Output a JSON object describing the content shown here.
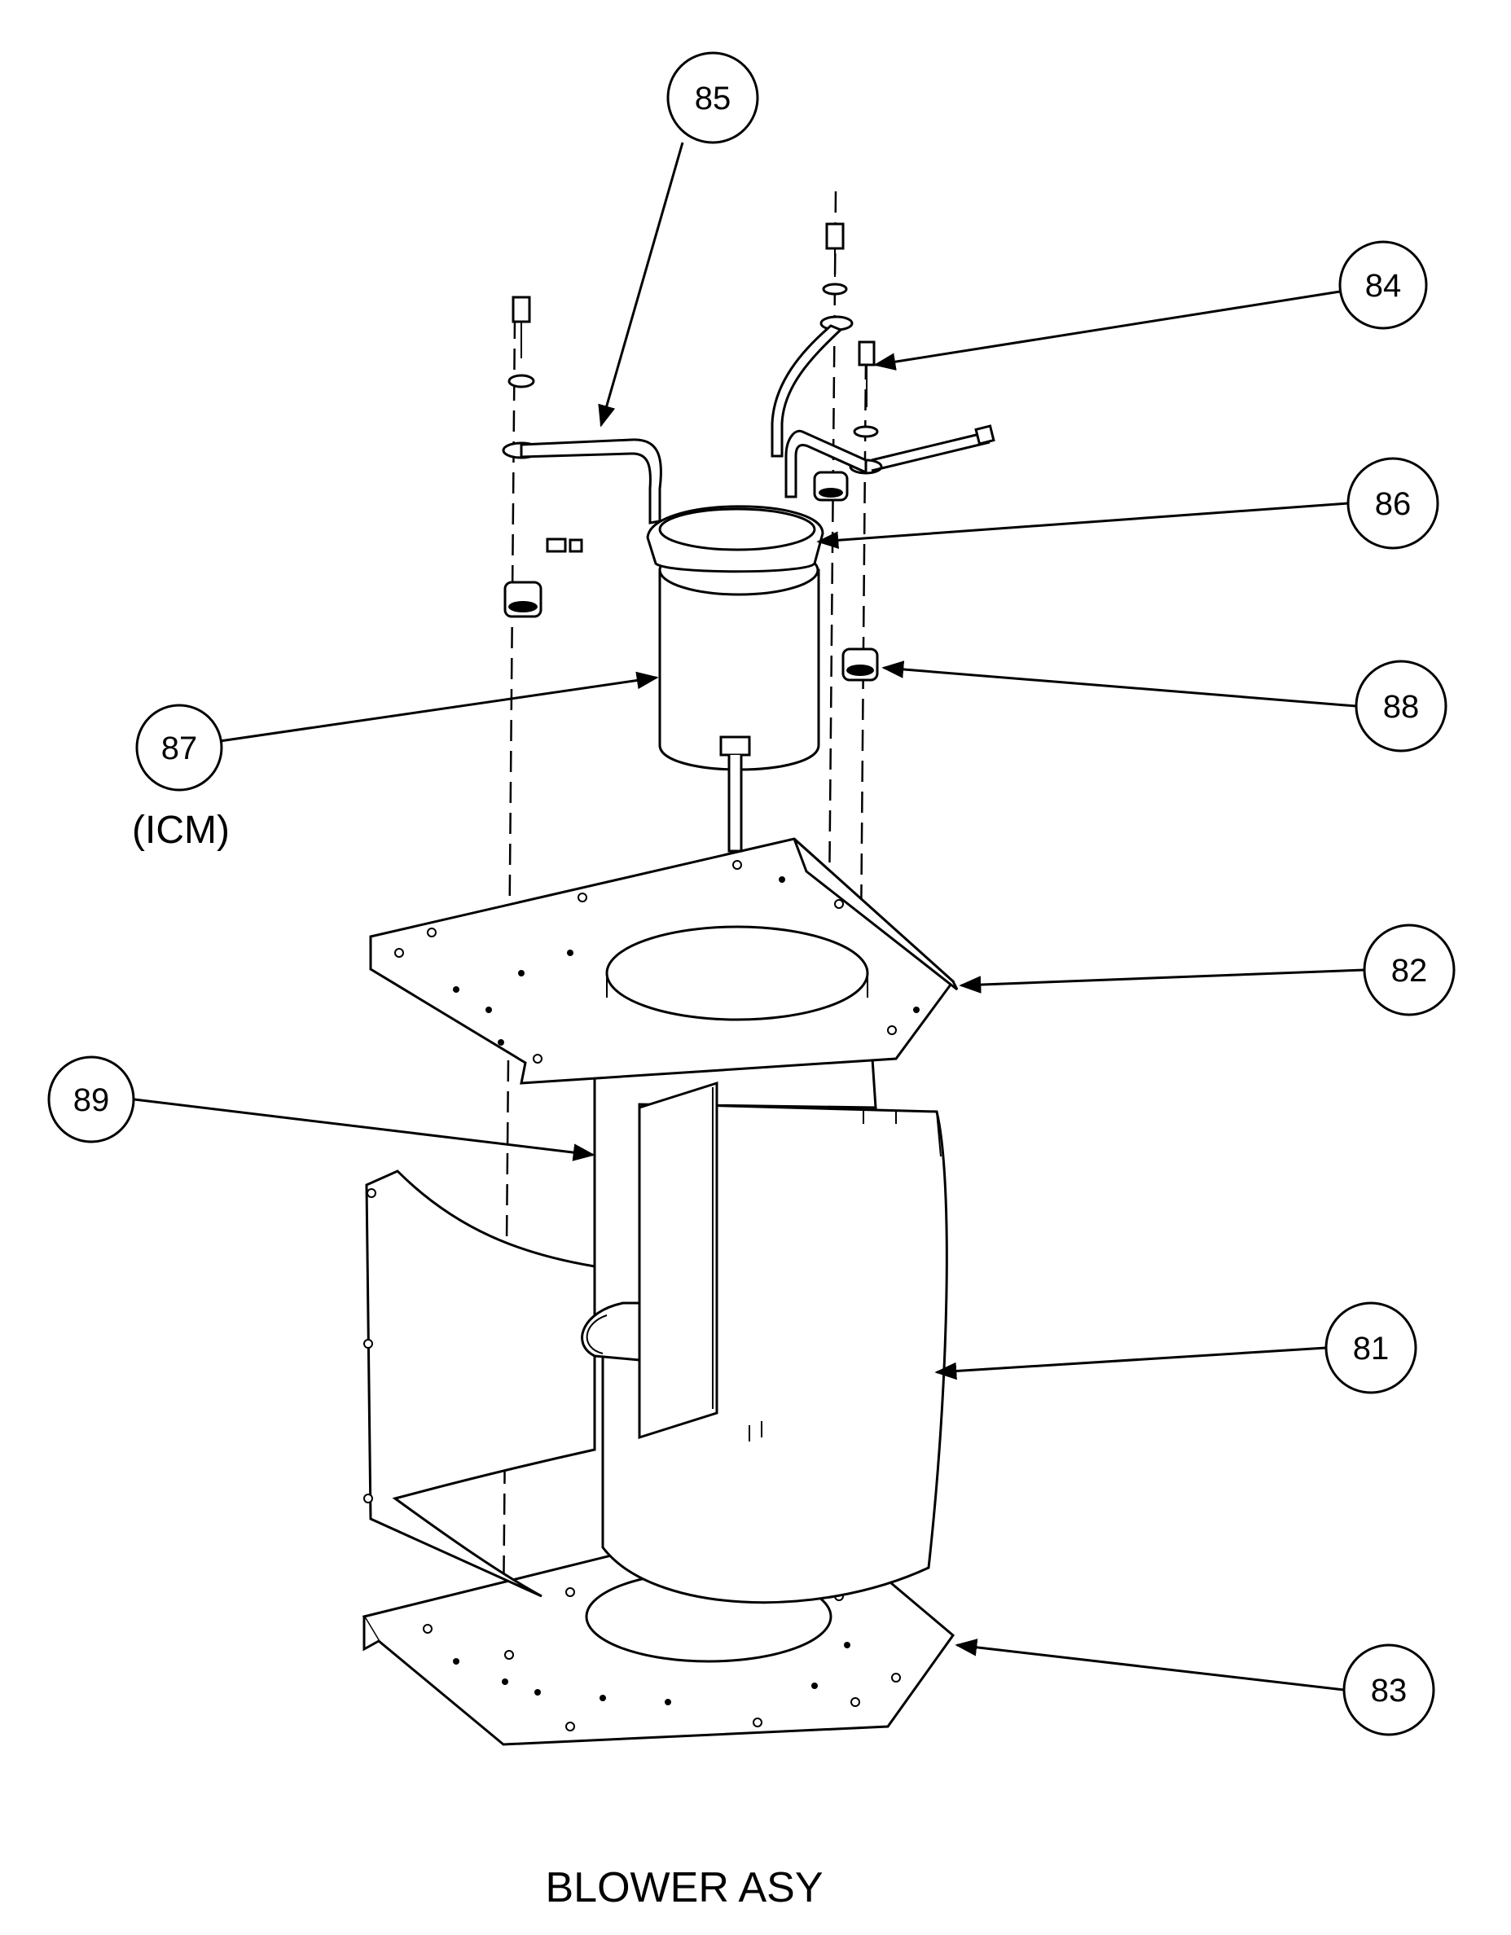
{
  "diagram": {
    "title": "BLOWER ASY",
    "callouts": [
      {
        "id": "c81",
        "label": "81"
      },
      {
        "id": "c82",
        "label": "82"
      },
      {
        "id": "c83",
        "label": "83"
      },
      {
        "id": "c84",
        "label": "84"
      },
      {
        "id": "c85",
        "label": "85"
      },
      {
        "id": "c86",
        "label": "86"
      },
      {
        "id": "c87",
        "label": "87",
        "note": "(ICM)"
      },
      {
        "id": "c88",
        "label": "88"
      },
      {
        "id": "c89",
        "label": "89"
      }
    ]
  }
}
